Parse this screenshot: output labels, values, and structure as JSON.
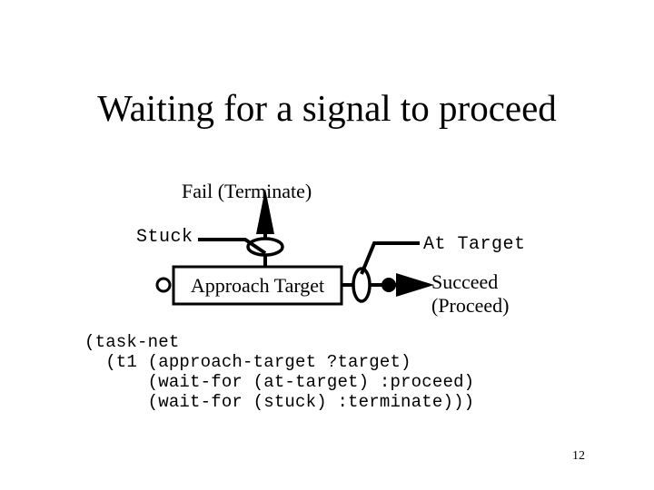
{
  "slide": {
    "title": "Waiting for a signal to proceed",
    "page_number": "12",
    "background_color": "#ffffff",
    "ink_color": "#000000"
  },
  "diagram": {
    "box": {
      "label": "Approach Target"
    },
    "labels": {
      "fail": "Fail (Terminate)",
      "stuck": "Stuck",
      "at_target": "At  Target",
      "succeed_line1": "Succeed",
      "succeed_line2": "(Proceed)"
    },
    "ports": {
      "left_input": "open-circle-port",
      "top_output": "open-ellipse-port",
      "right_output": "open-ellipse-port",
      "right_link": "filled-dot-port"
    },
    "arrows": {
      "top": "up-arrowhead",
      "right": "right-arrowhead"
    }
  },
  "code": {
    "lines": [
      "(task-net",
      "  (t1 (approach-target ?target)",
      "      (wait-for (at-target) :proceed)",
      "      (wait-for (stuck) :terminate)))"
    ],
    "text": "(task-net\n  (t1 (approach-target ?target)\n      (wait-for (at-target) :proceed)\n      (wait-for (stuck) :terminate)))"
  }
}
